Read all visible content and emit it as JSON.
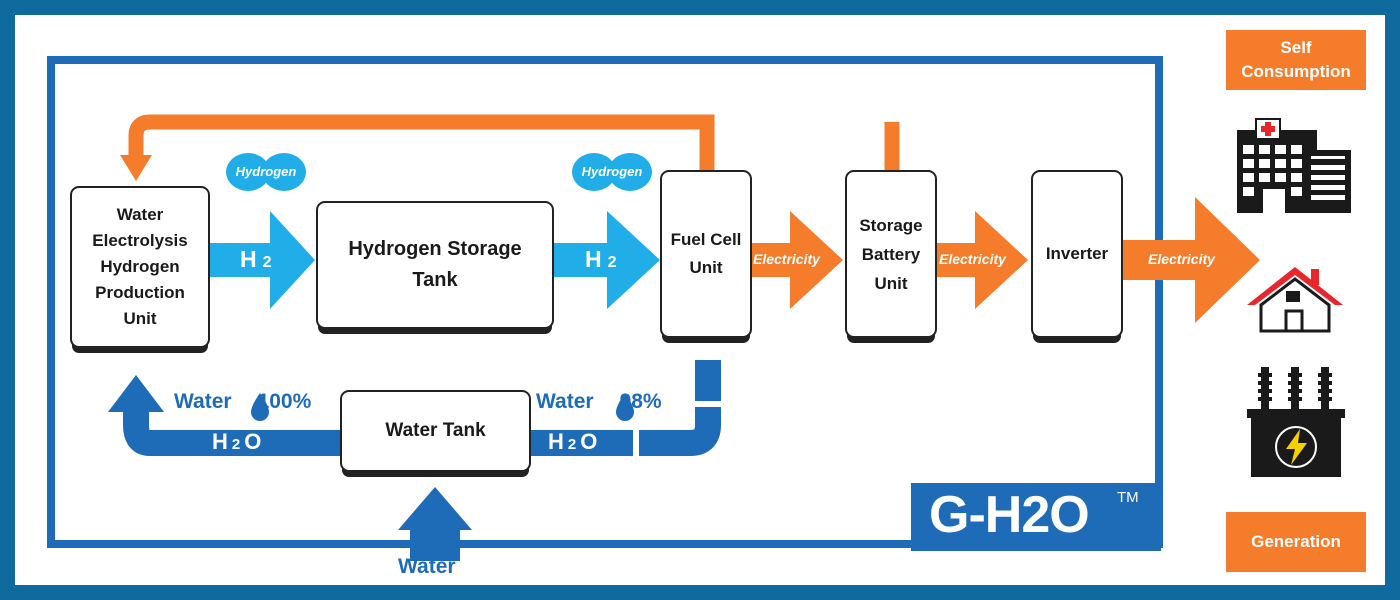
{
  "boxes": {
    "electrolysis": [
      "Water",
      "Electrolysis",
      "Hydrogen",
      "Production",
      "Unit"
    ],
    "storage_tank": [
      "Hydrogen Storage",
      "Tank"
    ],
    "fuel_cell": [
      "Fuel Cell",
      "Unit"
    ],
    "battery": [
      "Storage",
      "Battery",
      "Unit"
    ],
    "inverter": "Inverter",
    "water_tank": "Water Tank"
  },
  "flows": {
    "hydrogen_badge": "Hydrogen",
    "h2": "H",
    "h2_sub": "2",
    "electricity": "Electricity",
    "h2o_left": "H",
    "h2o_mid": "2",
    "h2o_right": "O",
    "water_in_text": "Water",
    "water_pct_in": "100%",
    "water_pct_out": "98%",
    "water_inlet": "Water"
  },
  "side": {
    "self_consumption": [
      "Self",
      "Consumption"
    ],
    "generation": "Generation",
    "icons": [
      "hospital-icon",
      "house-icon",
      "transformer-icon"
    ]
  },
  "brand": {
    "name": "G-H2O",
    "tm": "TM"
  },
  "colors": {
    "frame": "#0f6a9d",
    "blue": "#1e6bb8",
    "cyan": "#21aee8",
    "orange": "#f47c2a"
  }
}
